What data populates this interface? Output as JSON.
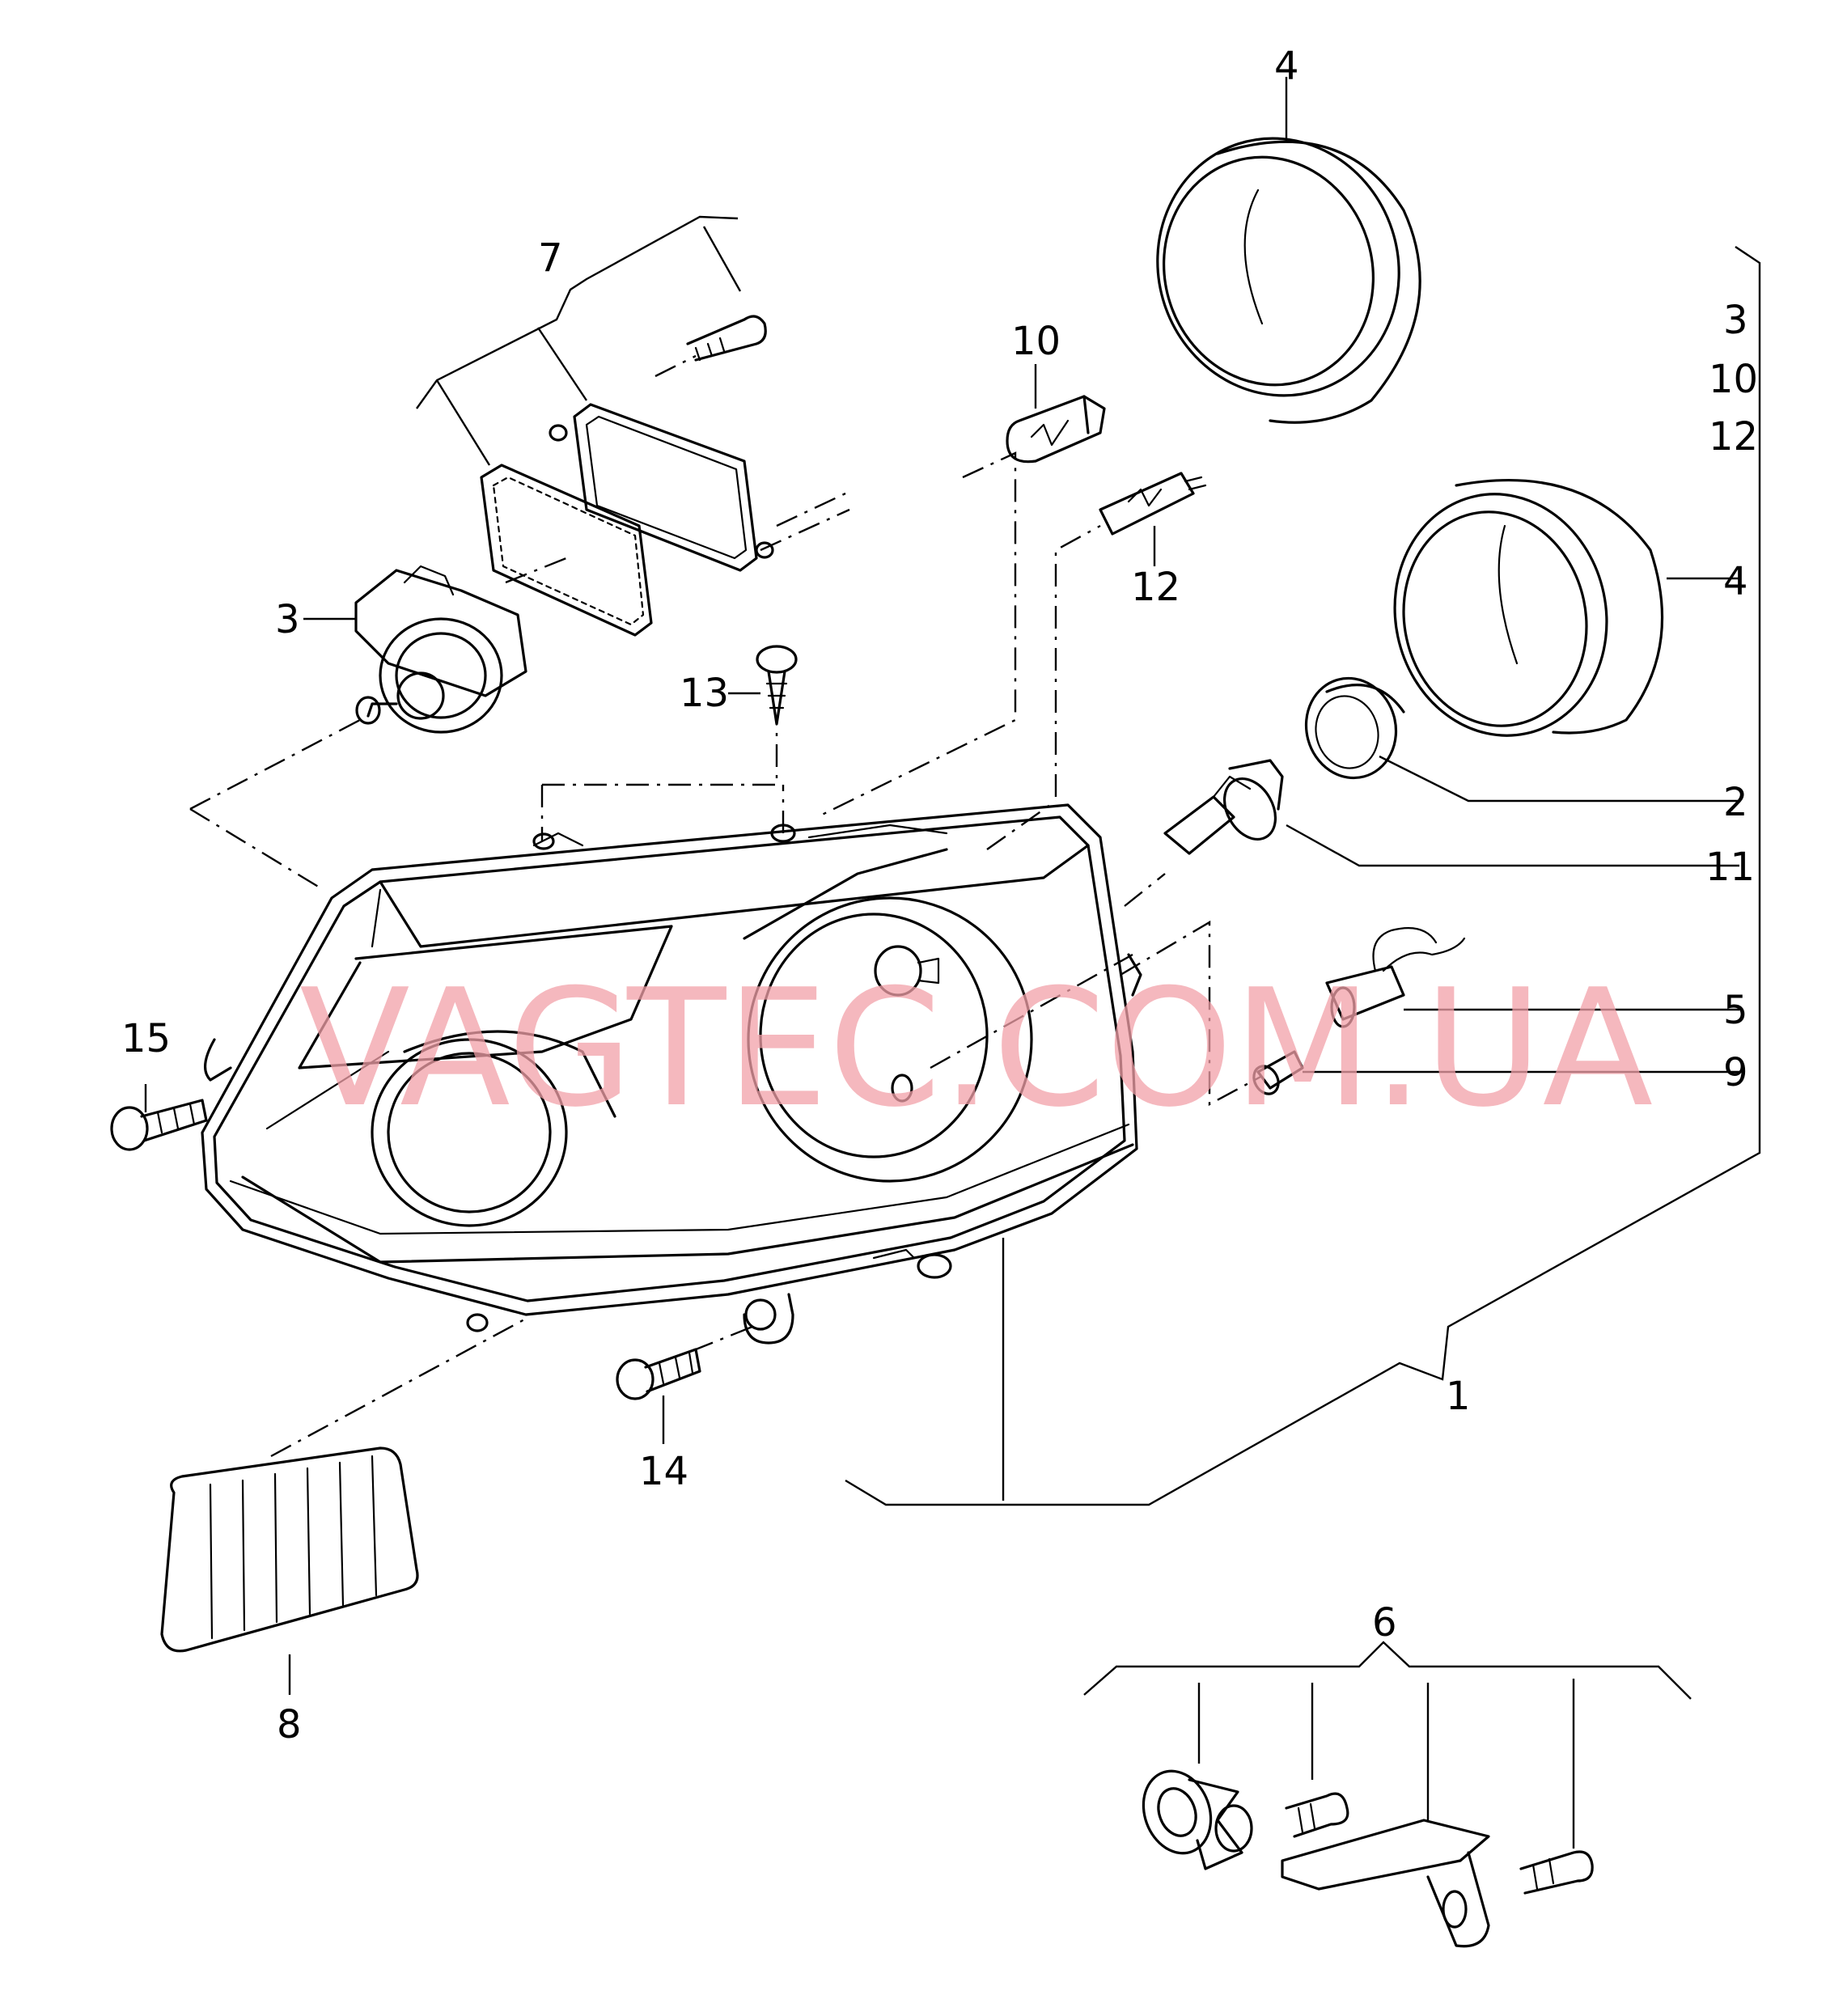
{
  "watermark": "VAGTEC.COM.UA",
  "callouts": {
    "c1": "1",
    "c2": "2",
    "c3_left": "3",
    "c4_top": "4",
    "c4_mid": "4",
    "c5": "5",
    "c6": "6",
    "c7": "7",
    "c8": "8",
    "c9": "9",
    "c10": "10",
    "c11": "11",
    "c12": "12",
    "c13": "13",
    "c14": "14",
    "c15": "15"
  },
  "bracket_list": [
    "3",
    "10",
    "12"
  ]
}
